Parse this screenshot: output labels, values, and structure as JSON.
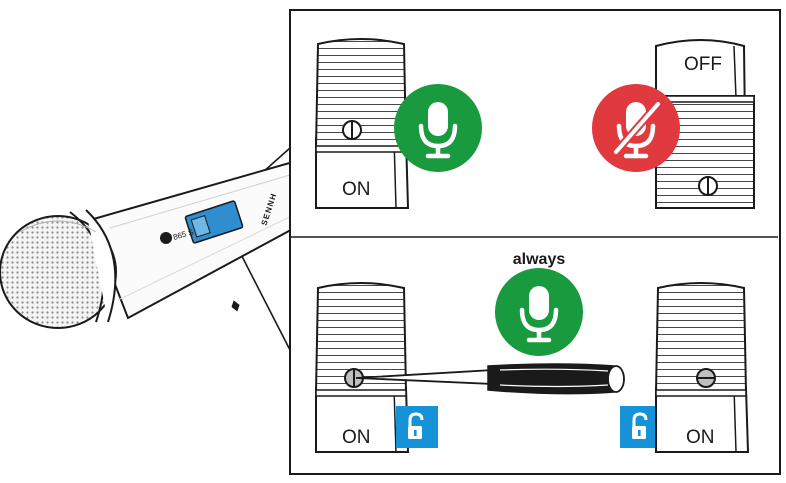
{
  "microphone": {
    "brand": "SENNH",
    "model": "865 S"
  },
  "top_panel": {
    "left_switch_label": "ON",
    "right_switch_label": "OFF"
  },
  "bottom_panel": {
    "caption": "always",
    "left_switch_label": "ON",
    "right_switch_label": "ON"
  },
  "colors": {
    "mic_on_green": "#1a9a3e",
    "mic_off_red": "#e0393e",
    "lock_blue": "#1593d6",
    "switch_window": "#2f8ed0",
    "frame": "#1a1a1a"
  },
  "icons": [
    "mic-on-icon",
    "mic-muted-icon",
    "unlock-icon",
    "screwdriver-icon"
  ]
}
